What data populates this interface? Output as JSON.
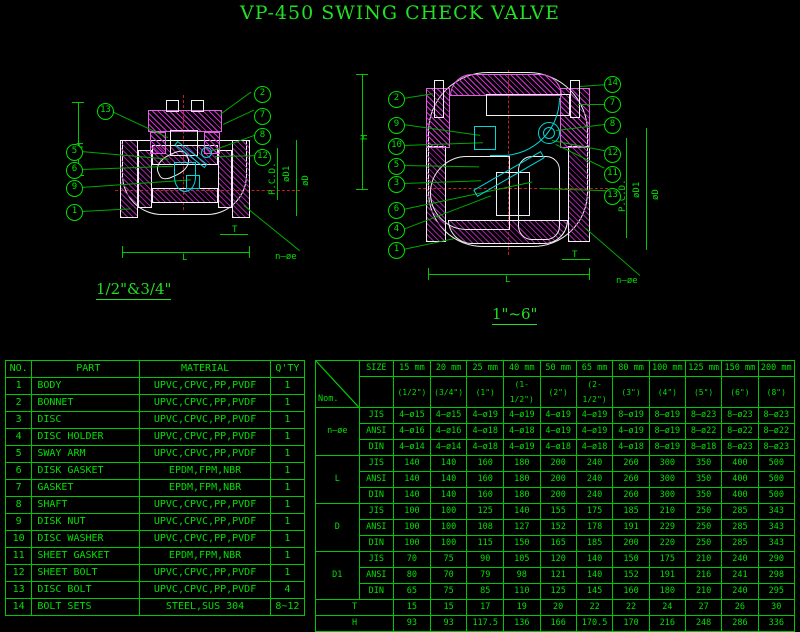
{
  "title": "VP-450 SWING CHECK VALVE",
  "drawings": {
    "left": {
      "caption": "1/2\"&3/4\"",
      "balloons": [
        "13",
        "5",
        "6",
        "9",
        "1",
        "2",
        "7",
        "8",
        "12"
      ],
      "dim_labels": [
        "H",
        "L",
        "T",
        "P.C.D.",
        "øD1",
        "øD",
        "n—øe"
      ]
    },
    "right": {
      "caption": "1\"~6\"",
      "balloons": [
        "2",
        "9",
        "10",
        "5",
        "3",
        "6",
        "4",
        "1",
        "14",
        "7",
        "8",
        "12",
        "11",
        "13"
      ],
      "dim_labels": [
        "H",
        "L",
        "T",
        "P.C.D.",
        "øD1",
        "øD",
        "n—øe"
      ]
    }
  },
  "parts_table": {
    "headers": [
      "NO.",
      "PART",
      "MATERIAL",
      "Q'TY"
    ],
    "rows": [
      [
        "1",
        "BODY",
        "UPVC,CPVC,PP,PVDF",
        "1"
      ],
      [
        "2",
        "BONNET",
        "UPVC,CPVC,PP,PVDF",
        "1"
      ],
      [
        "3",
        "DISC",
        "UPVC,CPVC,PP,PVDF",
        "1"
      ],
      [
        "4",
        "DISC HOLDER",
        "UPVC,CPVC,PP,PVDF",
        "1"
      ],
      [
        "5",
        "SWAY ARM",
        "UPVC,CPVC,PP,PVDF",
        "1"
      ],
      [
        "6",
        "DISK GASKET",
        "EPDM,FPM,NBR",
        "1"
      ],
      [
        "7",
        "GASKET",
        "EPDM,FPM,NBR",
        "1"
      ],
      [
        "8",
        "SHAFT",
        "UPVC,CPVC,PP,PVDF",
        "1"
      ],
      [
        "9",
        "DISK NUT",
        "UPVC,CPVC,PP,PVDF",
        "1"
      ],
      [
        "10",
        "DISC WASHER",
        "UPVC,CPVC,PP,PVDF",
        "1"
      ],
      [
        "11",
        "SHEET GASKET",
        "EPDM,FPM,NBR",
        "1"
      ],
      [
        "12",
        "SHEET BOLT",
        "UPVC,CPVC,PP,PVDF",
        "1"
      ],
      [
        "13",
        "DISC BOLT",
        "UPVC,CPVC,PP,PVDF",
        "4"
      ],
      [
        "14",
        "BOLT SETS",
        "STEEL,SUS 304",
        "8~12"
      ]
    ]
  },
  "dims_table": {
    "corner_label": "Nom.",
    "size_label": "SIZE",
    "size_mm": [
      "15 mm",
      "20 mm",
      "25 mm",
      "40 mm",
      "50 mm",
      "65 mm",
      "80 mm",
      "100 mm",
      "125 mm",
      "150 mm",
      "200 mm"
    ],
    "size_in": [
      "(1/2\")",
      "(3/4\")",
      "(1\")",
      "(1-1/2\")",
      "(2\")",
      "(2-1/2\")",
      "(3\")",
      "(4\")",
      "(5\")",
      "(6\")",
      "(8\")"
    ],
    "groups": [
      {
        "label": "n—øe",
        "standards": [
          {
            "name": "JIS",
            "values": [
              "4—ø15",
              "4—ø15",
              "4—ø19",
              "4—ø19",
              "4—ø19",
              "4—ø19",
              "8—ø19",
              "8—ø19",
              "8—ø23",
              "8—ø23",
              "8—ø23"
            ]
          },
          {
            "name": "ANSI",
            "values": [
              "4—ø16",
              "4—ø16",
              "4—ø18",
              "4—ø18",
              "4—ø19",
              "4—ø19",
              "4—ø19",
              "8—ø19",
              "8—ø22",
              "8—ø22",
              "8—ø22"
            ]
          },
          {
            "name": "DIN",
            "values": [
              "4—ø14",
              "4—ø14",
              "4—ø18",
              "4—ø19",
              "4—ø18",
              "4—ø18",
              "4—ø18",
              "8—ø19",
              "8—ø18",
              "8—ø23",
              "8—ø23"
            ]
          }
        ]
      },
      {
        "label": "L",
        "standards": [
          {
            "name": "JIS",
            "values": [
              "140",
              "140",
              "160",
              "180",
              "200",
              "240",
              "260",
              "300",
              "350",
              "400",
              "500"
            ]
          },
          {
            "name": "ANSI",
            "values": [
              "140",
              "140",
              "160",
              "180",
              "200",
              "240",
              "260",
              "300",
              "350",
              "400",
              "500"
            ]
          },
          {
            "name": "DIN",
            "values": [
              "140",
              "140",
              "160",
              "180",
              "200",
              "240",
              "260",
              "300",
              "350",
              "400",
              "500"
            ]
          }
        ]
      },
      {
        "label": "D",
        "standards": [
          {
            "name": "JIS",
            "values": [
              "100",
              "100",
              "125",
              "140",
              "155",
              "175",
              "185",
              "210",
              "250",
              "285",
              "343"
            ]
          },
          {
            "name": "ANSI",
            "values": [
              "100",
              "100",
              "108",
              "127",
              "152",
              "178",
              "191",
              "229",
              "250",
              "285",
              "343"
            ]
          },
          {
            "name": "DIN",
            "values": [
              "100",
              "100",
              "115",
              "150",
              "165",
              "185",
              "200",
              "220",
              "250",
              "285",
              "343"
            ]
          }
        ]
      },
      {
        "label": "D1",
        "standards": [
          {
            "name": "JIS",
            "values": [
              "70",
              "75",
              "90",
              "105",
              "120",
              "140",
              "150",
              "175",
              "210",
              "240",
              "290"
            ]
          },
          {
            "name": "ANSI",
            "values": [
              "80",
              "70",
              "79",
              "98",
              "121",
              "140",
              "152",
              "191",
              "216",
              "241",
              "298"
            ]
          },
          {
            "name": "DIN",
            "values": [
              "65",
              "75",
              "85",
              "110",
              "125",
              "145",
              "160",
              "180",
              "210",
              "240",
              "295"
            ]
          }
        ]
      }
    ],
    "simple_rows": [
      {
        "label": "T",
        "values": [
          "15",
          "15",
          "17",
          "19",
          "20",
          "22",
          "22",
          "24",
          "27",
          "26",
          "30"
        ]
      },
      {
        "label": "H",
        "values": [
          "93",
          "93",
          "117.5",
          "136",
          "166",
          "170.5",
          "170",
          "216",
          "248",
          "286",
          "336"
        ]
      }
    ]
  },
  "colors": {
    "green": "#00e000",
    "magenta": "#a020a0",
    "cyan": "#00d8d8",
    "white": "#f0f0f0",
    "red": "#c02020",
    "background": "#000000"
  }
}
